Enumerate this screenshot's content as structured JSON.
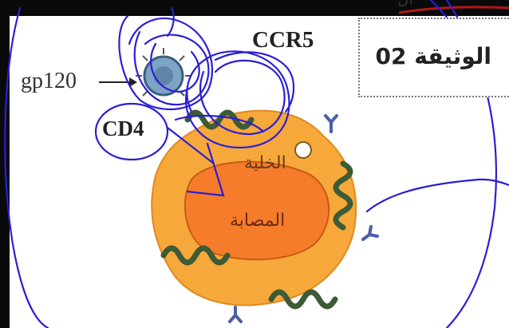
{
  "labels": {
    "document": "الوثيقة 02",
    "gp120": "gp120",
    "ccr5": "CCR5",
    "cd4": "CD4",
    "cell_word": "الخلية",
    "infected_word": "المصابة",
    "top_fragment": "ال"
  },
  "colors": {
    "cell_body": "#f7a83a",
    "nucleus": "#f57c2a",
    "membrane_receptor": "#3d5b36",
    "virus": "#5f86a8",
    "pen_annotation": "#2a1fd6",
    "top_bar": "#0a0a0a"
  }
}
